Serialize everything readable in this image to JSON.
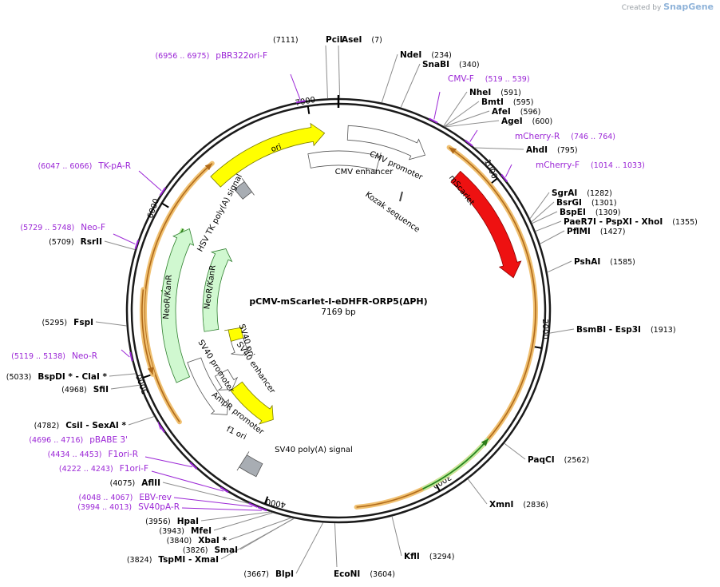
{
  "brand": {
    "prefix": "Created by",
    "name": "SnapGene"
  },
  "plasmid": {
    "name": "pCMV-mScarlet-I-eDHFR-ORP5(ΔPH)",
    "length_label": "7169 bp",
    "length": 7169
  },
  "ticks": [
    {
      "bp": 1000,
      "label": "1000"
    },
    {
      "bp": 2000,
      "label": "2000"
    },
    {
      "bp": 3000,
      "label": "3000"
    },
    {
      "bp": 4000,
      "label": "4000"
    },
    {
      "bp": 5000,
      "label": "5000"
    },
    {
      "bp": 6000,
      "label": "6000"
    },
    {
      "bp": 7000,
      "label": "7000"
    }
  ],
  "sites": [
    {
      "id": "PciI",
      "bp": 7111,
      "text": "PciI",
      "pos": "(7111)"
    },
    {
      "id": "AseI",
      "bp": 7,
      "text": "AseI",
      "pos": "(7)"
    },
    {
      "id": "NdeI",
      "bp": 234,
      "text": "NdeI",
      "pos": "(234)"
    },
    {
      "id": "SnaBI",
      "bp": 340,
      "text": "SnaBI",
      "pos": "(340)"
    },
    {
      "id": "NheI",
      "bp": 591,
      "text": "NheI",
      "pos": "(591)"
    },
    {
      "id": "BmtI",
      "bp": 595,
      "text": "BmtI",
      "pos": "(595)"
    },
    {
      "id": "AfeI",
      "bp": 596,
      "text": "AfeI",
      "pos": "(596)"
    },
    {
      "id": "AgeI",
      "bp": 600,
      "text": "AgeI",
      "pos": "(600)"
    },
    {
      "id": "AhdI",
      "bp": 795,
      "text": "AhdI",
      "pos": "(795)"
    },
    {
      "id": "SgrAI",
      "bp": 1282,
      "text": "SgrAI",
      "pos": "(1282)"
    },
    {
      "id": "BsrGI",
      "bp": 1301,
      "text": "BsrGI",
      "pos": "(1301)"
    },
    {
      "id": "BspEI",
      "bp": 1309,
      "text": "BspEI",
      "pos": "(1309)"
    },
    {
      "id": "PaeR7I",
      "bp": 1355,
      "text": "PaeR7I   - PspXI   - XhoI",
      "pos": "(1355)"
    },
    {
      "id": "PflMI",
      "bp": 1427,
      "text": "PflMI",
      "pos": "(1427)"
    },
    {
      "id": "PshAI",
      "bp": 1585,
      "text": "PshAI",
      "pos": "(1585)"
    },
    {
      "id": "BsmBI",
      "bp": 1913,
      "text": "BsmBI   - Esp3I",
      "pos": "(1913)"
    },
    {
      "id": "PaqCI",
      "bp": 2562,
      "text": "PaqCI",
      "pos": "(2562)"
    },
    {
      "id": "XmnI",
      "bp": 2836,
      "text": "XmnI",
      "pos": "(2836)"
    },
    {
      "id": "KflI",
      "bp": 3294,
      "text": "KflI",
      "pos": "(3294)"
    },
    {
      "id": "EcoNI",
      "bp": 3604,
      "text": "EcoNI",
      "pos": "(3604)"
    },
    {
      "id": "BlpI",
      "bp": 3667,
      "text": "BlpI",
      "pos": "(3667)"
    },
    {
      "id": "TspMI",
      "bp": 3824,
      "text": "TspMI   - XmaI",
      "pos": "(3824)"
    },
    {
      "id": "SmaI",
      "bp": 3826,
      "text": "SmaI",
      "pos": "(3826)"
    },
    {
      "id": "XbaI",
      "bp": 3840,
      "text": "XbaI *",
      "pos": "(3840)"
    },
    {
      "id": "MfeI",
      "bp": 3943,
      "text": "MfeI",
      "pos": "(3943)"
    },
    {
      "id": "HpaI",
      "bp": 3956,
      "text": "HpaI",
      "pos": "(3956)"
    },
    {
      "id": "AflII",
      "bp": 4075,
      "text": "AflII",
      "pos": "(4075)"
    },
    {
      "id": "CsiI",
      "bp": 4782,
      "text": "CsiI   - SexAI *",
      "pos": "(4782)"
    },
    {
      "id": "SfiI",
      "bp": 4968,
      "text": "SfiI",
      "pos": "(4968)"
    },
    {
      "id": "BspDI",
      "bp": 5033,
      "text": "BspDI *   - ClaI *",
      "pos": "(5033)"
    },
    {
      "id": "FspI",
      "bp": 5295,
      "text": "FspI",
      "pos": "(5295)"
    },
    {
      "id": "RsrII",
      "bp": 5709,
      "text": "RsrII",
      "pos": "(5709)"
    }
  ],
  "primers": [
    {
      "id": "pBR322ori-F",
      "bp": 6965,
      "text": "pBR322ori-F",
      "pos": "(6956 .. 6975)"
    },
    {
      "id": "CMV-F",
      "bp": 529,
      "text": "CMV-F",
      "pos": "(519 .. 539)"
    },
    {
      "id": "mCherry-R",
      "bp": 755,
      "text": "mCherry-R",
      "pos": "(746 .. 764)"
    },
    {
      "id": "mCherry-F",
      "bp": 1023,
      "text": "mCherry-F",
      "pos": "(1014 .. 1033)"
    },
    {
      "id": "TK-pA-R",
      "bp": 6056,
      "text": "TK-pA-R",
      "pos": "(6047 .. 6066)"
    },
    {
      "id": "Neo-F",
      "bp": 5738,
      "text": "Neo-F",
      "pos": "(5729 .. 5748)"
    },
    {
      "id": "Neo-R",
      "bp": 5128,
      "text": "Neo-R",
      "pos": "(5119 .. 5138)"
    },
    {
      "id": "pBABE3",
      "bp": 4706,
      "text": "pBABE 3'",
      "pos": "(4696 .. 4716)"
    },
    {
      "id": "F1ori-R",
      "bp": 4443,
      "text": "F1ori-R",
      "pos": "(4434 .. 4453)"
    },
    {
      "id": "F1ori-F",
      "bp": 4232,
      "text": "F1ori-F",
      "pos": "(4222 .. 4243)"
    },
    {
      "id": "EBV-rev",
      "bp": 4057,
      "text": "EBV-rev",
      "pos": "(4048 .. 4067)"
    },
    {
      "id": "SV40pA-R",
      "bp": 4003,
      "text": "SV40pA-R",
      "pos": "(3994 .. 4013)"
    }
  ],
  "features": [
    {
      "id": "cmv-enhancer",
      "text": "CMV enhancer"
    },
    {
      "id": "cmv-promoter",
      "text": "CMV promoter"
    },
    {
      "id": "mscarlet",
      "text": "mScarlet"
    },
    {
      "id": "kozak",
      "text": "Kozak sequence"
    },
    {
      "id": "ori",
      "text": "ori"
    },
    {
      "id": "hsv-tk",
      "text": "HSV TK poly(A) signal"
    },
    {
      "id": "neo-outer",
      "text": "NeoR/KanR"
    },
    {
      "id": "neo-inner",
      "text": "NeoR/KanR"
    },
    {
      "id": "sv40-ori",
      "text": "SV40 ori"
    },
    {
      "id": "sv40-enhancer",
      "text": "SV40 enhancer"
    },
    {
      "id": "sv40-promoter",
      "text": "SV40 promoter"
    },
    {
      "id": "ampr-promoter",
      "text": "AmpR promoter"
    },
    {
      "id": "f1-ori",
      "text": "f1 ori"
    },
    {
      "id": "sv40-polya",
      "text": "SV40 poly(A) signal"
    }
  ],
  "colors": {
    "backbone": "#1a1a1a",
    "orf_halo": "#f0c070",
    "orf_line": "#b06a1a",
    "green_line": "#2e7d1a",
    "green_halo": "#b8f0a0",
    "mscarlet": "#ee1111",
    "ori": "#ffff00",
    "neo": "#d0f8d0",
    "promoter": "#ffffff",
    "polya": "#a8adb3",
    "primer": "#9b26d6",
    "site_line": "#8c8c8c"
  }
}
